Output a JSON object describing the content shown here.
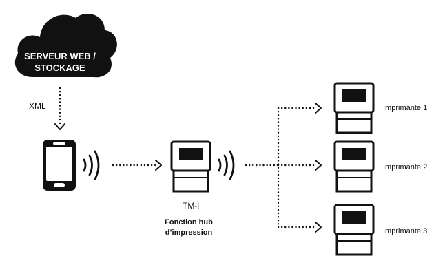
{
  "cloud": {
    "line1": "SERVEUR WEB /",
    "line2": "STOCKAGE",
    "icon": "cloud-icon"
  },
  "xml_label": "XML",
  "hub": {
    "name": "TM-i",
    "caption_line1": "Fonction hub",
    "caption_line2": "d’impression",
    "icon": "printer-icon"
  },
  "phone": {
    "icon": "smartphone-icon"
  },
  "printers": [
    {
      "label": "Imprimante 1",
      "icon": "printer-icon"
    },
    {
      "label": "Imprimante 2",
      "icon": "printer-icon"
    },
    {
      "label": "Imprimante 3",
      "icon": "printer-icon"
    }
  ],
  "colors": {
    "ink": "#111111",
    "background": "#ffffff"
  }
}
